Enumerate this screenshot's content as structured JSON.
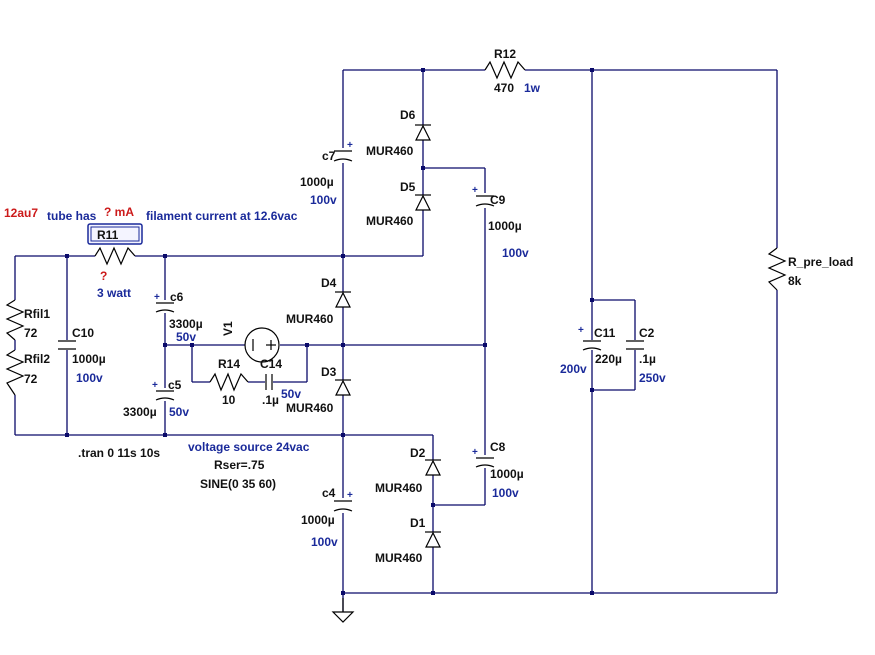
{
  "components": {
    "r12": {
      "ref": "R12",
      "value": "470",
      "note": "1w"
    },
    "d6": {
      "ref": "D6",
      "model": "MUR460"
    },
    "d5": {
      "ref": "D5",
      "model": "MUR460"
    },
    "d4": {
      "ref": "D4",
      "model": "MUR460"
    },
    "d3": {
      "ref": "D3",
      "model": "MUR460"
    },
    "d2": {
      "ref": "D2",
      "model": "MUR460"
    },
    "d1": {
      "ref": "D1",
      "model": "MUR460"
    },
    "c7": {
      "ref": "c7",
      "value": "1000µ",
      "voltage": "100v"
    },
    "c9": {
      "ref": "C9",
      "value": "1000µ",
      "voltage": "100v"
    },
    "c6": {
      "ref": "c6",
      "value": "3300µ",
      "voltage": "50v"
    },
    "c5": {
      "ref": "c5",
      "value": "3300µ",
      "voltage": "50v"
    },
    "c4": {
      "ref": "c4",
      "value": "1000µ",
      "voltage": "100v"
    },
    "c8": {
      "ref": "C8",
      "value": "1000µ",
      "voltage": "100v"
    },
    "c10": {
      "ref": "C10",
      "value": "1000µ",
      "voltage": "100v"
    },
    "c11": {
      "ref": "C11",
      "value": "220µ",
      "voltage": "200v"
    },
    "c2": {
      "ref": "C2",
      "value": ".1µ",
      "voltage": "250v"
    },
    "c14": {
      "ref": "C14",
      "value": ".1µ",
      "voltage": "50v"
    },
    "r11": {
      "ref": "R11",
      "value": "?",
      "note": "3 watt"
    },
    "r14": {
      "ref": "R14",
      "value": "10"
    },
    "rfil1": {
      "ref": "Rfil1",
      "value": "72"
    },
    "rfil2": {
      "ref": "Rfil2",
      "value": "72"
    },
    "rpre": {
      "ref": "R_pre_load",
      "value": "8k"
    },
    "v1": {
      "ref": "V1"
    }
  },
  "annotations": {
    "tube": "12au7",
    "tube_note": "tube has",
    "current": "? mA",
    "filament": "filament current at 12.6vac",
    "tran": ".tran 0 11s 10s",
    "source_title": "voltage source 24vac",
    "rser": "Rser=.75",
    "sine": "SINE(0 35 60)"
  },
  "colors": {
    "wire": "#0a0a6a",
    "blue_text": "#1a2a9a",
    "red_text": "#cc1a1a"
  }
}
